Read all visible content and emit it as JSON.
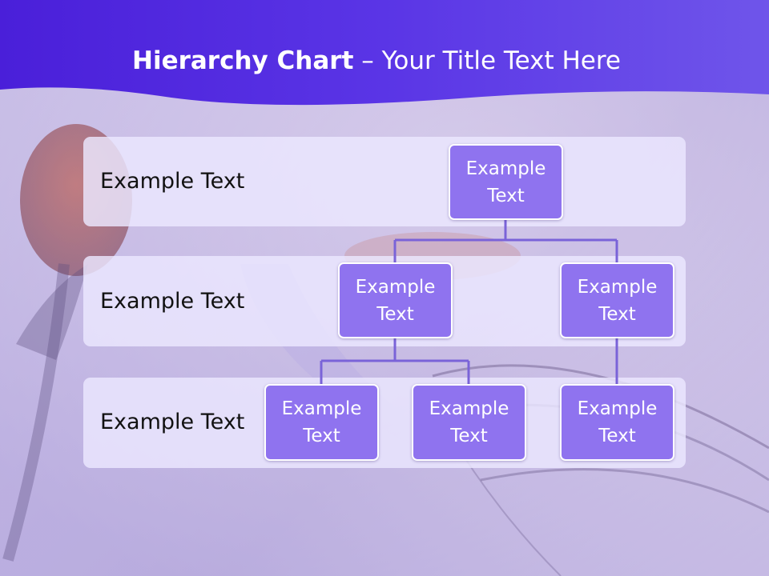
{
  "slide": {
    "title_bold": "Hierarchy Chart",
    "title_rest": " – Your Title Text Here"
  },
  "levels": [
    {
      "label": "Example Text"
    },
    {
      "label": "Example Text"
    },
    {
      "label": "Example Text"
    }
  ],
  "nodes": [
    {
      "id": "root",
      "text": "Example Text",
      "parent": null
    },
    {
      "id": "mid-left",
      "text": "Example Text",
      "parent": "root"
    },
    {
      "id": "mid-right",
      "text": "Example Text",
      "parent": "root"
    },
    {
      "id": "leaf-1",
      "text": "Example Text",
      "parent": "mid-left"
    },
    {
      "id": "leaf-2",
      "text": "Example Text",
      "parent": "mid-left"
    },
    {
      "id": "leaf-3",
      "text": "Example Text",
      "parent": "mid-right"
    }
  ],
  "colors": {
    "header": "#5a2fe3",
    "node_fill": "#8f73ef",
    "node_border": "#ffffff",
    "connector": "#7a63d8",
    "band": "#ece8ff"
  }
}
